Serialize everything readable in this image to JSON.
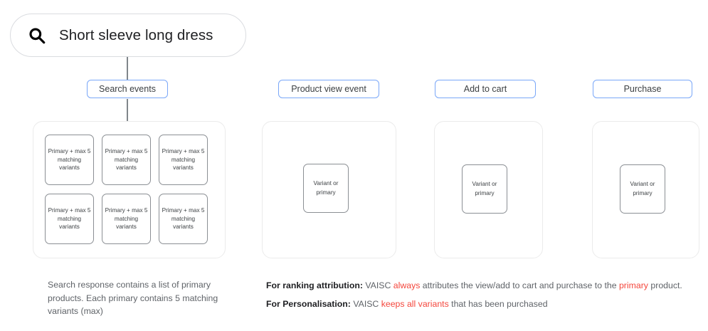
{
  "search": {
    "icon": "search-icon",
    "query": "Short sleeve long dress"
  },
  "chips": {
    "search_events": "Search events",
    "product_view_event": "Product view event",
    "add_to_cart": "Add to cart",
    "purchase": "Purchase"
  },
  "cards": {
    "primary_label": "Primary + max 5 matching variants",
    "variant_label": "Variant or primary",
    "primary_count": 6
  },
  "captions": {
    "left": "Search response contains a list of primary products. Each primary contains 5 matching variants (max)",
    "ranking": {
      "label": "For ranking attribution:",
      "text_1": " VAISC ",
      "highlight_1": "always",
      "text_2": " attributes the view/add to cart and purchase to the ",
      "highlight_2": "primary",
      "text_3": " product."
    },
    "personalisation": {
      "label": "For Personalisation:",
      "text_1": " VAISC ",
      "highlight_1": "keeps all variants",
      "text_2": " that has been purchased"
    }
  },
  "colors": {
    "chip_border": "#7aa7f8",
    "highlight": "#f4463c",
    "card_border": "#8b8f94",
    "panel_border": "#ebebeb",
    "connector": "#80868b"
  }
}
